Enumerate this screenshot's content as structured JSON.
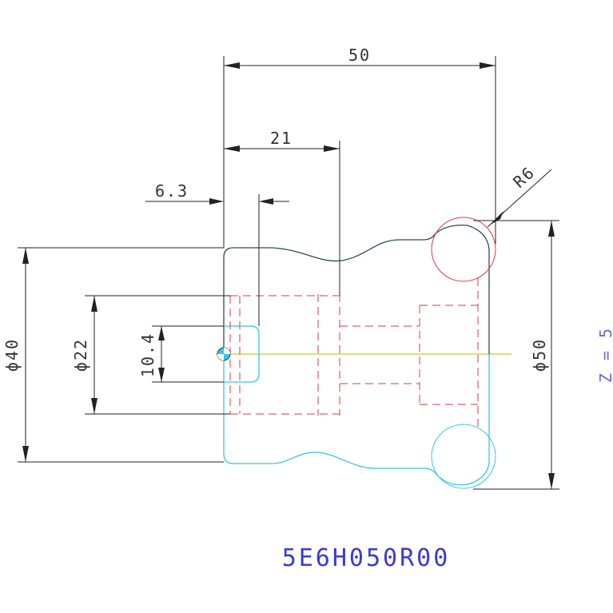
{
  "drawing": {
    "dimensions": {
      "overall_length": "50",
      "bore_length": "21",
      "offset": "6.3",
      "radius": "R6",
      "dia_outer_left": "ϕ40",
      "dia_bore": "ϕ22",
      "dia_small": "10.4",
      "dia_outer_right": "ϕ50"
    },
    "side_note": "Z = 5",
    "part_code": "5E6H050R00"
  },
  "colors": {
    "outline_top": "#2a4a5a",
    "outline_bottom": "#33c8e0",
    "hidden_lines": "#e03a3a",
    "dimension_lines": "#222222",
    "centerline": "#b8b800",
    "part_code": "#3a3ad6"
  }
}
